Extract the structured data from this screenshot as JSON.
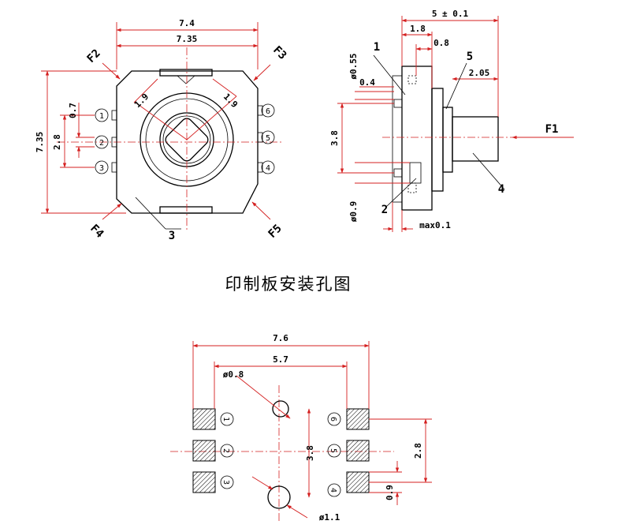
{
  "top_view": {
    "dim_width_outer": "7.4",
    "dim_width_inner": "7.35",
    "dim_height": "7.35",
    "dim_pitch": "2.8",
    "dim_pin_width": "0.7",
    "dim_chamfer_left": "1.9",
    "dim_chamfer_right": "1.9",
    "force_labels": [
      "F2",
      "F3",
      "F4",
      "F5"
    ],
    "callout_3": "3",
    "pins_left": [
      "1",
      "2",
      "3"
    ],
    "pins_right": [
      "6",
      "5",
      "4"
    ]
  },
  "side_view": {
    "dim_length": "5 ± 0.1",
    "dim_1_8": "1.8",
    "dim_0_8": "0.8",
    "dim_0_55": "0.55",
    "dim_0_4": "0.4",
    "dim_2_05": "2.05",
    "dim_3_8": "3.8",
    "dim_0_9": "0.9",
    "dim_max": "max0.1",
    "diameter_symbol": "ø",
    "force_f1": "F1",
    "callouts": [
      "1",
      "5",
      "2",
      "4"
    ]
  },
  "pcb_title": "印制板安装孔图",
  "pcb_view": {
    "dim_width": "7.6",
    "dim_pitch": "5.7",
    "dim_hole_small": "ø0.8",
    "dim_hole_large": "ø1.1",
    "dim_3_8": "3.8",
    "dim_2_8": "2.8",
    "dim_0_9": "0.9",
    "pins_left": [
      "1",
      "2",
      "3"
    ],
    "pins_right": [
      "6",
      "5",
      "4"
    ]
  }
}
